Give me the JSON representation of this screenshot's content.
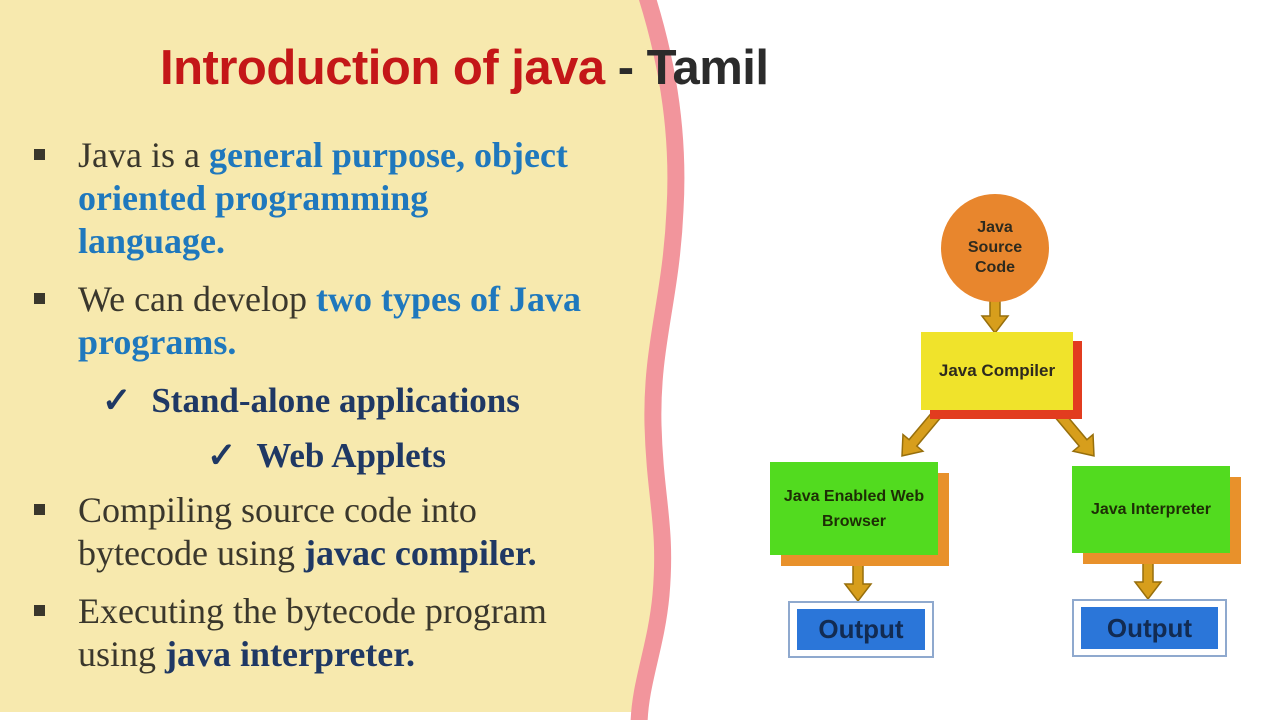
{
  "slide": {
    "title": {
      "main": "Introduction of java",
      "suffix": " - Tamil"
    },
    "content": [
      {
        "type": "bullet",
        "lines": [
          [
            {
              "t": "Java is a ",
              "s": "plain"
            },
            {
              "t": "general purpose, object",
              "s": "blue"
            }
          ],
          [
            {
              "t": "oriented programming",
              "s": "blue"
            }
          ],
          [
            {
              "t": "language.",
              "s": "blue"
            }
          ]
        ]
      },
      {
        "type": "bullet",
        "lines": [
          [
            {
              "t": "We can develop ",
              "s": "plain"
            },
            {
              "t": "two types of Java",
              "s": "blue"
            }
          ],
          [
            {
              "t": "programs.",
              "s": "blue"
            }
          ]
        ]
      },
      {
        "type": "check",
        "indent": 1,
        "mark": "✓",
        "label": "Stand-alone applications"
      },
      {
        "type": "check",
        "indent": 2,
        "mark": "✓",
        "label": "Web Applets"
      },
      {
        "type": "bullet",
        "lines": [
          [
            {
              "t": "Compiling source code into",
              "s": "plain"
            }
          ],
          [
            {
              "t": "bytecode using ",
              "s": "plain"
            },
            {
              "t": "javac compiler.",
              "s": "navy"
            }
          ]
        ]
      },
      {
        "type": "bullet",
        "lines": [
          [
            {
              "t": "Executing the bytecode program",
              "s": "plain"
            }
          ],
          [
            {
              "t": "using ",
              "s": "plain"
            },
            {
              "t": "java interpreter.",
              "s": "navy"
            }
          ]
        ]
      }
    ]
  },
  "diagram": {
    "nodes": {
      "source": "Java Source Code",
      "compiler": "Java Compiler",
      "browser": "Java Enabled Web Browser",
      "interpreter": "Java Interpreter",
      "output_left": "Output",
      "output_right": "Output"
    },
    "icons": [
      "arrow-down-icon",
      "arrow-down-left-icon",
      "arrow-down-right-icon"
    ]
  },
  "colors": {
    "cream": "#f7e9ae",
    "pink": "#f2959c",
    "red": "#c41718",
    "title_dark": "#2b2b2b",
    "blue": "#1f78bd",
    "navy": "#1f3864",
    "dark": "#3a372c",
    "circle_orange": "#e8862d",
    "box_yellow": "#f0e32b",
    "shadow_red": "#e23c1f",
    "box_green": "#52db1f",
    "shadow_orange": "#e8912b",
    "arrow_gold": "#d79e1c",
    "arrow_outline": "#976f0c",
    "output_blue": "#2b76d9",
    "output_border": "#8fa9ce",
    "output_text": "#122b52"
  }
}
